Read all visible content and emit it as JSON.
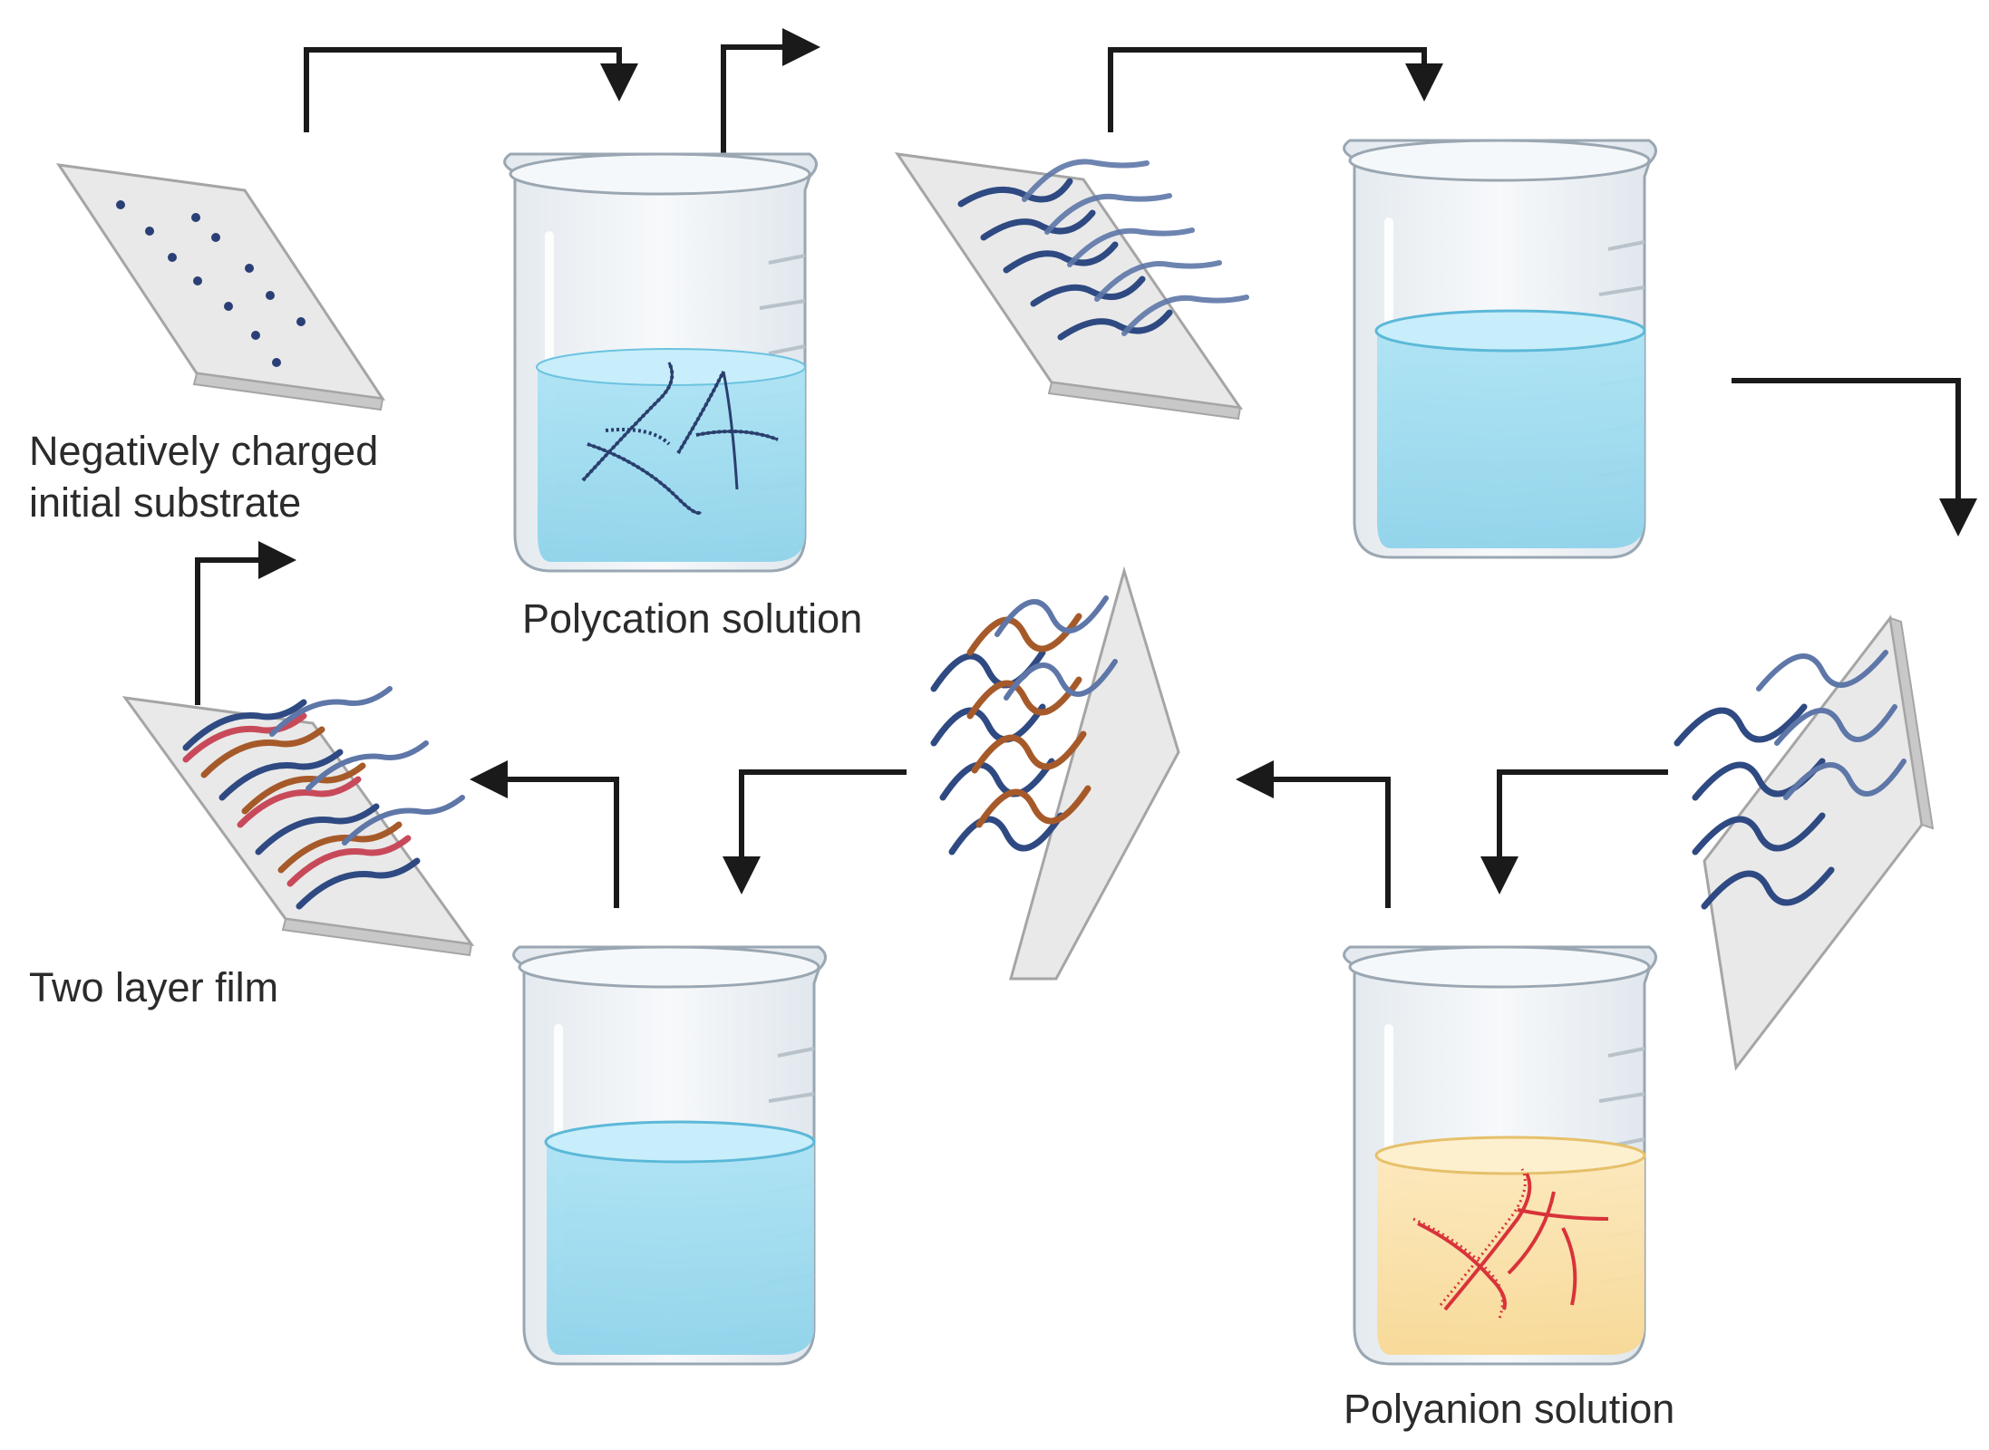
{
  "labels": {
    "substrate_line1": "Negatively charged",
    "substrate_line2": "initial substrate",
    "polycation": "Polycation solution",
    "polyanion": "Polyanion solution",
    "two_layer": "Two layer film"
  },
  "colors": {
    "arrow": "#1a1a1a",
    "polycation_chain": "#2a3f6e",
    "polyanion_chain": "#d8333a",
    "cation_layer": "#2f4a82",
    "anion_layer": "#a65a2a",
    "anion_layer_alt": "#c84a5a",
    "water": "#9fdcf0",
    "polyanion_liquid": "#fbe2ac",
    "slide": "#e8e8e8"
  }
}
